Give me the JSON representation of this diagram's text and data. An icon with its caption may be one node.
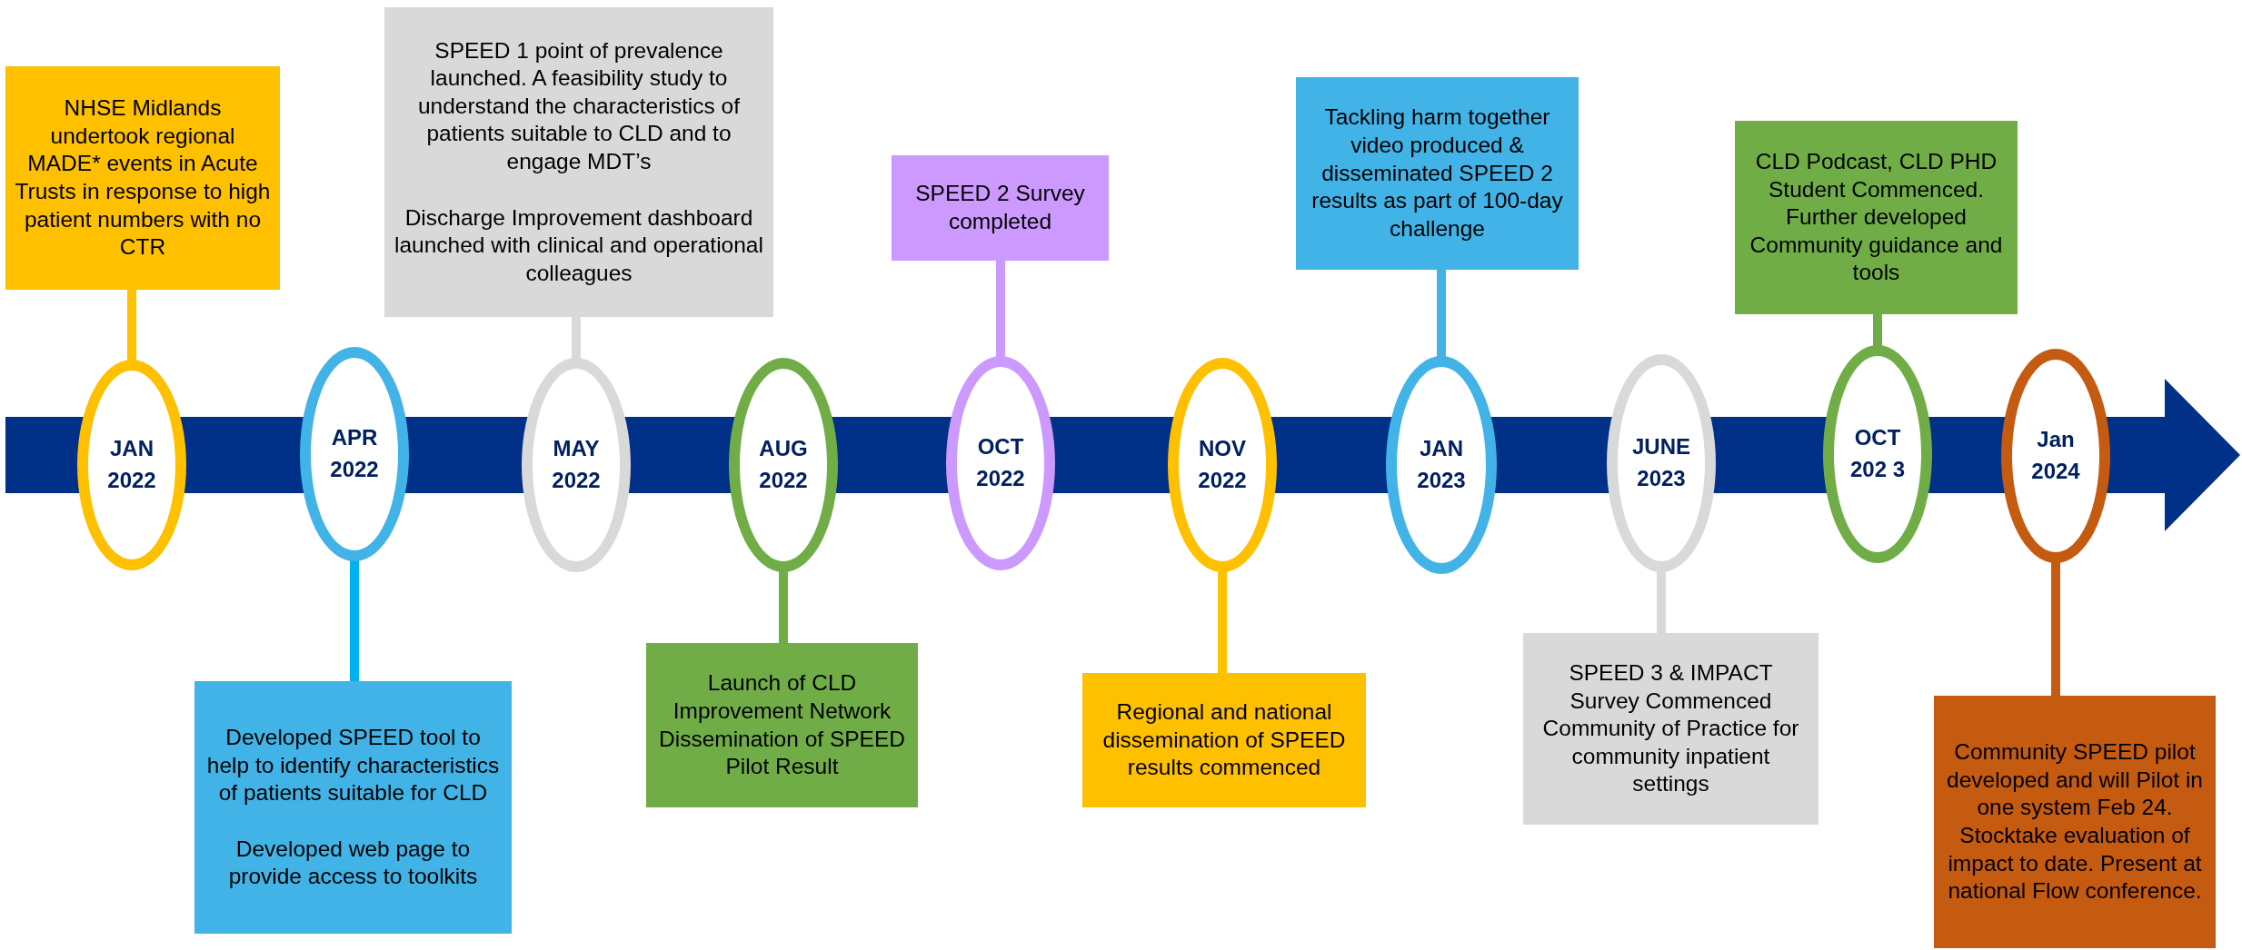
{
  "diagram": {
    "nodes": [
      {
        "text": [
          "JAN 2022"
        ]
      },
      {
        "text": [
          "APR 2022"
        ]
      },
      {
        "text": [
          "MAY 2022"
        ]
      },
      {
        "text": [
          "AUG 2022"
        ]
      },
      {
        "text": [
          "OCT 2022"
        ]
      },
      {
        "text": [
          "NOV 2022"
        ]
      },
      {
        "text": [
          "JAN 2023"
        ]
      },
      {
        "text": [
          "JUNE 2023"
        ]
      },
      {
        "text": [
          "OCT 202 3"
        ]
      },
      {
        "text": [
          "Jan 2024"
        ]
      },
      {
        "text": [
          "NHSE Midlands undertook regional MADE* events in Acute Trusts in response to high patient numbers with no CTR"
        ]
      },
      {
        "text": [
          "Developed SPEED tool to help to identify characteristics of patients suitable for CLD",
          "Developed web page to provide access to toolkits"
        ]
      },
      {
        "text": [
          "SPEED 1 point of prevalence launched. A feasibility study to understand the characteristics of patients suitable to CLD and to engage MDT’s",
          "Discharge Improvement dashboard launched with clinical and operational colleagues"
        ]
      },
      {
        "text": [
          "Launch of CLD Improvement Network Dissemination of SPEED Pilot Result"
        ]
      },
      {
        "text": [
          "SPEED 2 Survey completed"
        ]
      },
      {
        "text": [
          "Regional and national dissemination of SPEED results commenced"
        ]
      },
      {
        "text": [
          "Tackling harm together video produced & disseminated SPEED 2 results as part of 100-day challenge"
        ]
      },
      {
        "text": [
          "SPEED 3 & IMPACT Survey Commenced Community of Practice for community inpatient settings"
        ]
      },
      {
        "text": [
          "CLD Podcast, CLD PHD Student Commenced. Further developed Community guidance and tools"
        ]
      },
      {
        "text": [
          "Community SPEED pilot developed and will Pilot in one system Feb 24. Stocktake evaluation of impact to date. Present at national Flow conference."
        ]
      }
    ],
    "edges": [
      {
        "from": 10,
        "to": 0,
        "arrow": "none",
        "color": "#ffc000"
      },
      {
        "from": 11,
        "to": 1,
        "arrow": "none",
        "color": "#00b0f0"
      },
      {
        "from": 12,
        "to": 2,
        "arrow": "none",
        "color": "#d9d9d9"
      },
      {
        "from": 13,
        "to": 3,
        "arrow": "none",
        "color": "#70ad47"
      },
      {
        "from": 14,
        "to": 4,
        "arrow": "none",
        "color": "#cc99ff"
      },
      {
        "from": 15,
        "to": 5,
        "arrow": "none",
        "color": "#ffc000"
      },
      {
        "from": 16,
        "to": 6,
        "arrow": "none",
        "color": "#41b3e6"
      },
      {
        "from": 17,
        "to": 7,
        "arrow": "none",
        "color": "#d9d9d9"
      },
      {
        "from": 18,
        "to": 8,
        "arrow": "none",
        "color": "#70ad47"
      },
      {
        "from": 19,
        "to": 9,
        "arrow": "none",
        "color": "#c55a11"
      }
    ]
  }
}
